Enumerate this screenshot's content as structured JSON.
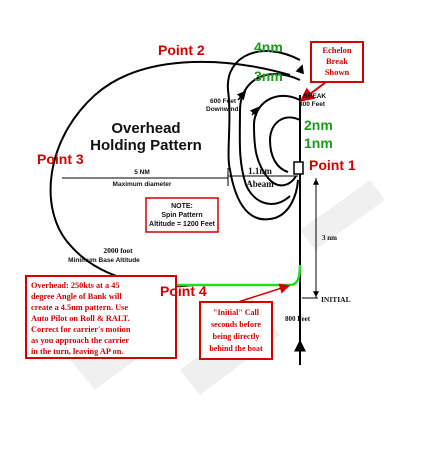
{
  "points": {
    "p1": "Point 1",
    "p2": "Point 2",
    "p3": "Point 3",
    "p4": "Point 4"
  },
  "distances": {
    "d4": "4nm",
    "d3": "3nm",
    "d2": "2nm",
    "d1": "1nm"
  },
  "title": {
    "line1": "Overhead",
    "line2": "Holding Pattern"
  },
  "echelon": [
    "Echelon",
    "Break",
    "Shown"
  ],
  "labels": {
    "feet600": "600 Feet",
    "downwind": "Downwind",
    "break": "BREAK",
    "feet800": "800 Feet",
    "nm5": "5 NM",
    "max_diameter": "Maximum diameter",
    "abeam_dist": "1.1nm",
    "abeam": "Abeam",
    "nm3": "3 nm",
    "feet2000": "2000 foot",
    "min_base": "Minimum Base Altitude",
    "initial": "INITIAL",
    "feet800_initial": "800 Feet"
  },
  "note": [
    "NOTE:",
    "Spin Pattern",
    "Altitude = 1200 Feet"
  ],
  "overhead_box": [
    "Overhead: 250kts at a 45",
    "degree Angle of Bank will",
    "create a 4.5nm pattern. Use",
    "Auto Pilot on Roll & RALT.",
    "Correct for carrier's motion",
    "as you approach the carrier",
    "in the turn, leaving AP on."
  ],
  "initial_box": [
    "\"Initial\" Call",
    "seconds before",
    "being directly",
    "behind the boat"
  ],
  "colors": {
    "red": "#d40000",
    "green": "#1c9a1c",
    "line": "#000000",
    "approach": "#22dd22"
  }
}
